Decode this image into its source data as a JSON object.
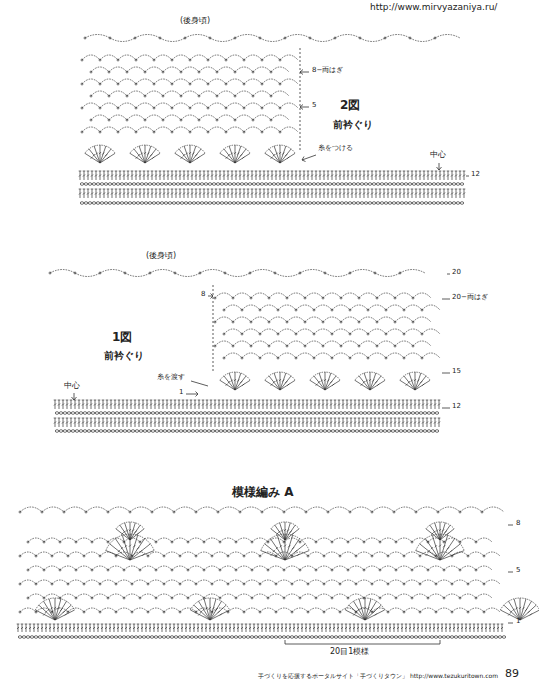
{
  "diagram": {
    "title": "模様編み A",
    "labels": [
      "http://www.mirvyazaniya.ru/",
      "(後身頃)",
      "8−両はぎ",
      "5",
      "2図",
      "前衿ぐり",
      "糸をつける",
      "中心",
      "12",
      "(後身頃)",
      "20",
      "8",
      "20−両はぎ",
      "1図",
      "前衿ぐり",
      "糸を渡す",
      "15",
      "1",
      "中心",
      "12",
      "8",
      "5",
      "1",
      "20目1模様",
      "手づくりを応援するポータルサイト「手づくりタウン」 http://www.tezukuritown.com",
      "89"
    ]
  }
}
